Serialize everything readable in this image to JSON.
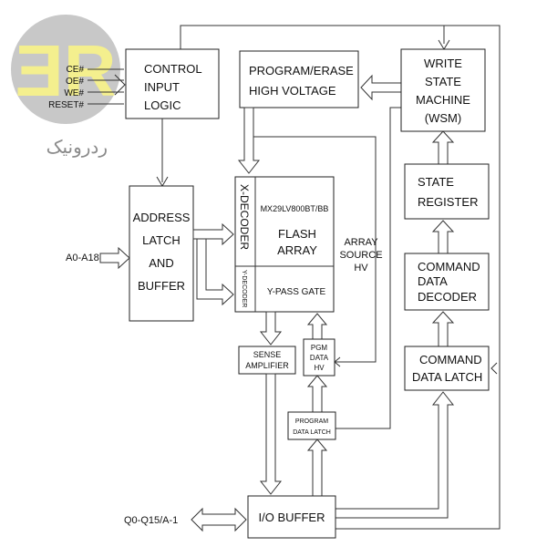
{
  "logo": {
    "mark": "ƎR",
    "text": "ردرونیک",
    "colors": {
      "circle": "#c8c8c8",
      "mark": "#f4ef8e",
      "text": "#8a8a8a"
    }
  },
  "signals": {
    "control": [
      "CE#",
      "OE#",
      "WE#",
      "RESET#"
    ],
    "address": "A0-A18",
    "data": "Q0-Q15/A-1"
  },
  "blocks": {
    "control_logic": [
      "CONTROL",
      "INPUT",
      "LOGIC"
    ],
    "program_erase": [
      "PROGRAM/ERASE",
      "HIGH VOLTAGE"
    ],
    "wsm": [
      "WRITE",
      "STATE",
      "MACHINE",
      "(WSM)"
    ],
    "address_latch": [
      "ADDRESS",
      "LATCH",
      "AND",
      "BUFFER"
    ],
    "x_decoder": "X-DECODER",
    "y_decoder": "Y-DECODER",
    "chip_name": "MX29LV800BT/BB",
    "flash_array": [
      "FLASH",
      "ARRAY"
    ],
    "y_pass_gate": "Y-PASS GATE",
    "array_source": [
      "ARRAY",
      "SOURCE",
      "HV"
    ],
    "state_register": [
      "STATE",
      "REGISTER"
    ],
    "command_decoder": [
      "COMMAND",
      "DATA",
      "DECODER"
    ],
    "command_latch": [
      "COMMAND",
      "DATA LATCH"
    ],
    "sense_amplifier": [
      "SENSE",
      "AMPLIFIER"
    ],
    "pgm_data_hv": [
      "PGM",
      "DATA",
      "HV"
    ],
    "program_data_latch": [
      "PROGRAM",
      "DATA LATCH"
    ],
    "io_buffer": "I/O BUFFER"
  }
}
